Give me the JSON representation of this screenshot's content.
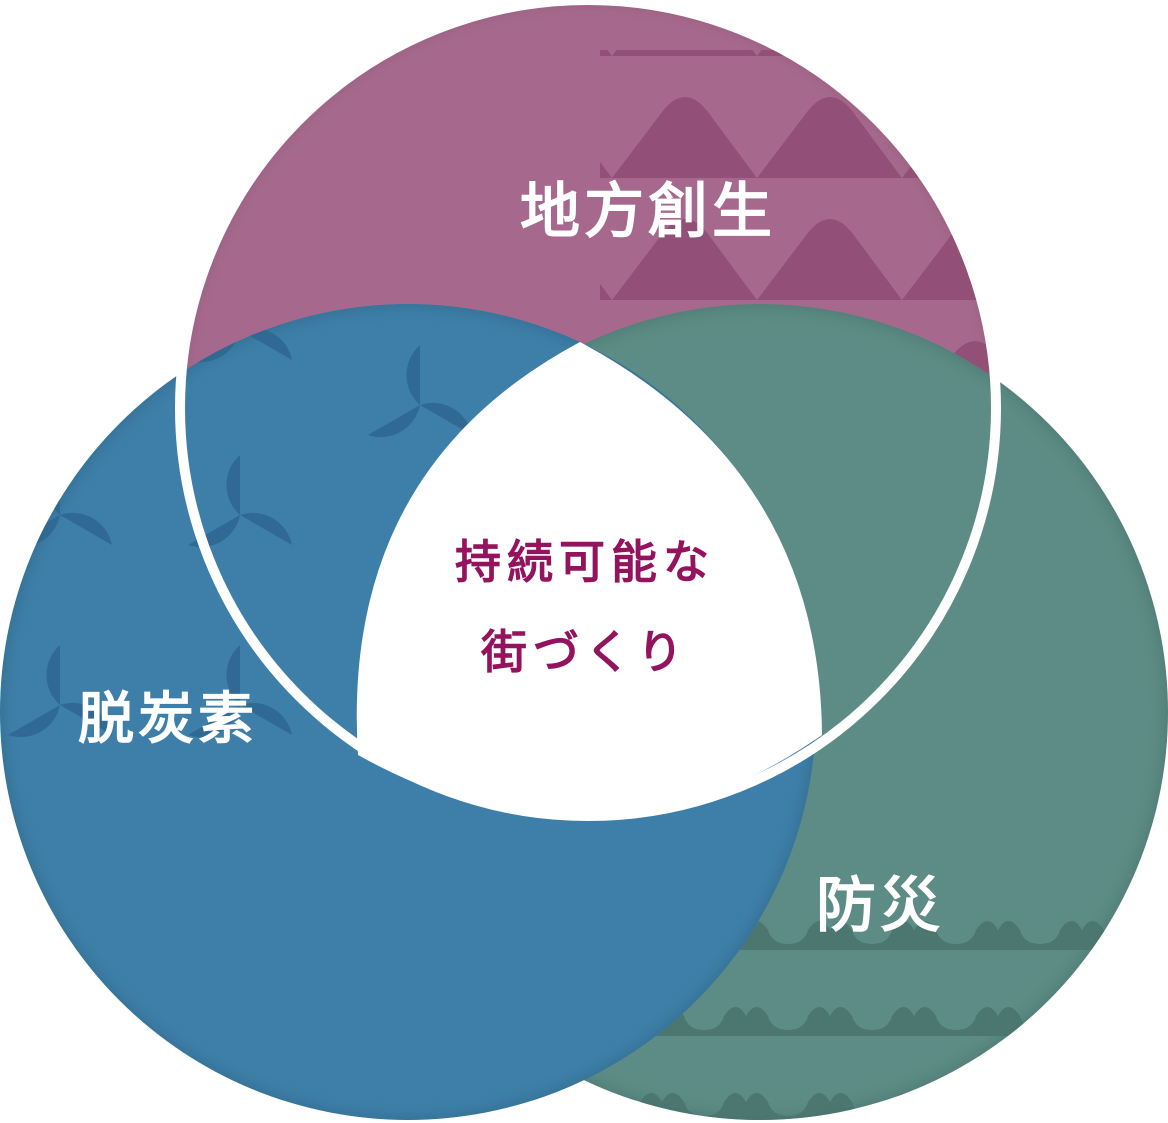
{
  "circles": {
    "regional": {
      "label": "地方創生",
      "color": "#a6698d",
      "pattern_color": "#8f4c74",
      "pattern": "triangle-icon"
    },
    "decarbonization": {
      "label": "脱炭素",
      "color": "#3d7fa8",
      "pattern_color": "#2f6791",
      "pattern": "pinwheel-icon"
    },
    "disaster_prevention": {
      "label": "防災",
      "color": "#5c8c85",
      "pattern_color": "#4a756e",
      "pattern": "wave-icon"
    }
  },
  "center": {
    "line1": "持続可能な",
    "line2": "街づくり",
    "color": "#93135f"
  }
}
